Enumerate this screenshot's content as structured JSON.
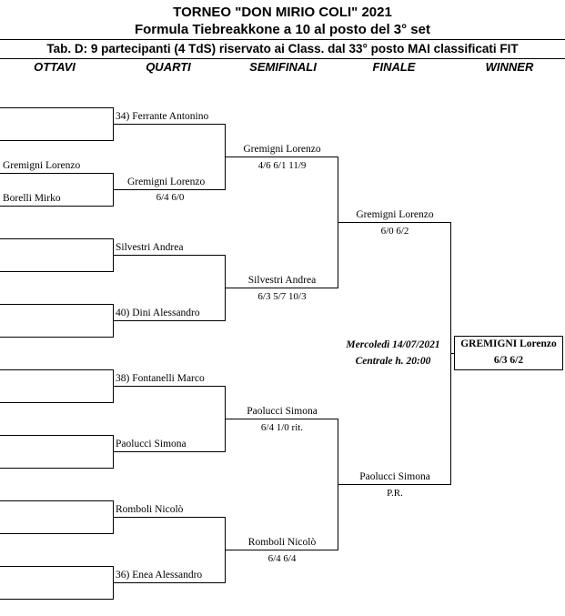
{
  "header": {
    "title": "TORNEO  \"DON  MIRIO  COLI\"  2021",
    "subtitle": "Formula Tiebreakkone a 10 al posto del 3° set",
    "table_desc": "Tab. D: 9 partecipanti (4 TdS) riservato ai Class. dal 33° posto MAI classificati FIT"
  },
  "rounds": [
    "OTTAVI",
    "QUARTI",
    "SEMIFINALI",
    "FINALE",
    "WINNER"
  ],
  "ottavi": {
    "players": [
      "Gremigni Lorenzo",
      "Borelli Mirko"
    ]
  },
  "quarti": {
    "players": [
      "34) Ferrante Antonino",
      "Gremigni Lorenzo",
      "Silvestri Andrea",
      "40) Dini Alessandro",
      "38) Fontanelli Marco",
      "Paolucci Simona",
      "Romboli Nicolò",
      "36) Enea Alessandro"
    ],
    "score_1": "6/4  6/0"
  },
  "semifinali": {
    "players": [
      "Gremigni Lorenzo",
      "Silvestri Andrea",
      "Paolucci Simona",
      "Romboli Nicolò"
    ],
    "scores": [
      "4/6  6/1  11/9",
      "6/3  5/7  10/3",
      "6/4  1/0 rit.",
      "6/4  6/4"
    ]
  },
  "finale": {
    "players": [
      "Gremigni Lorenzo",
      "Paolucci Simona"
    ],
    "scores": [
      "6/0  6/2",
      "P.R."
    ],
    "date": "Mercoledì 14/07/2021",
    "venue": "Centrale h. 20:00"
  },
  "winner": {
    "name": "GREMIGNI Lorenzo",
    "score": "6/3  6/2"
  }
}
